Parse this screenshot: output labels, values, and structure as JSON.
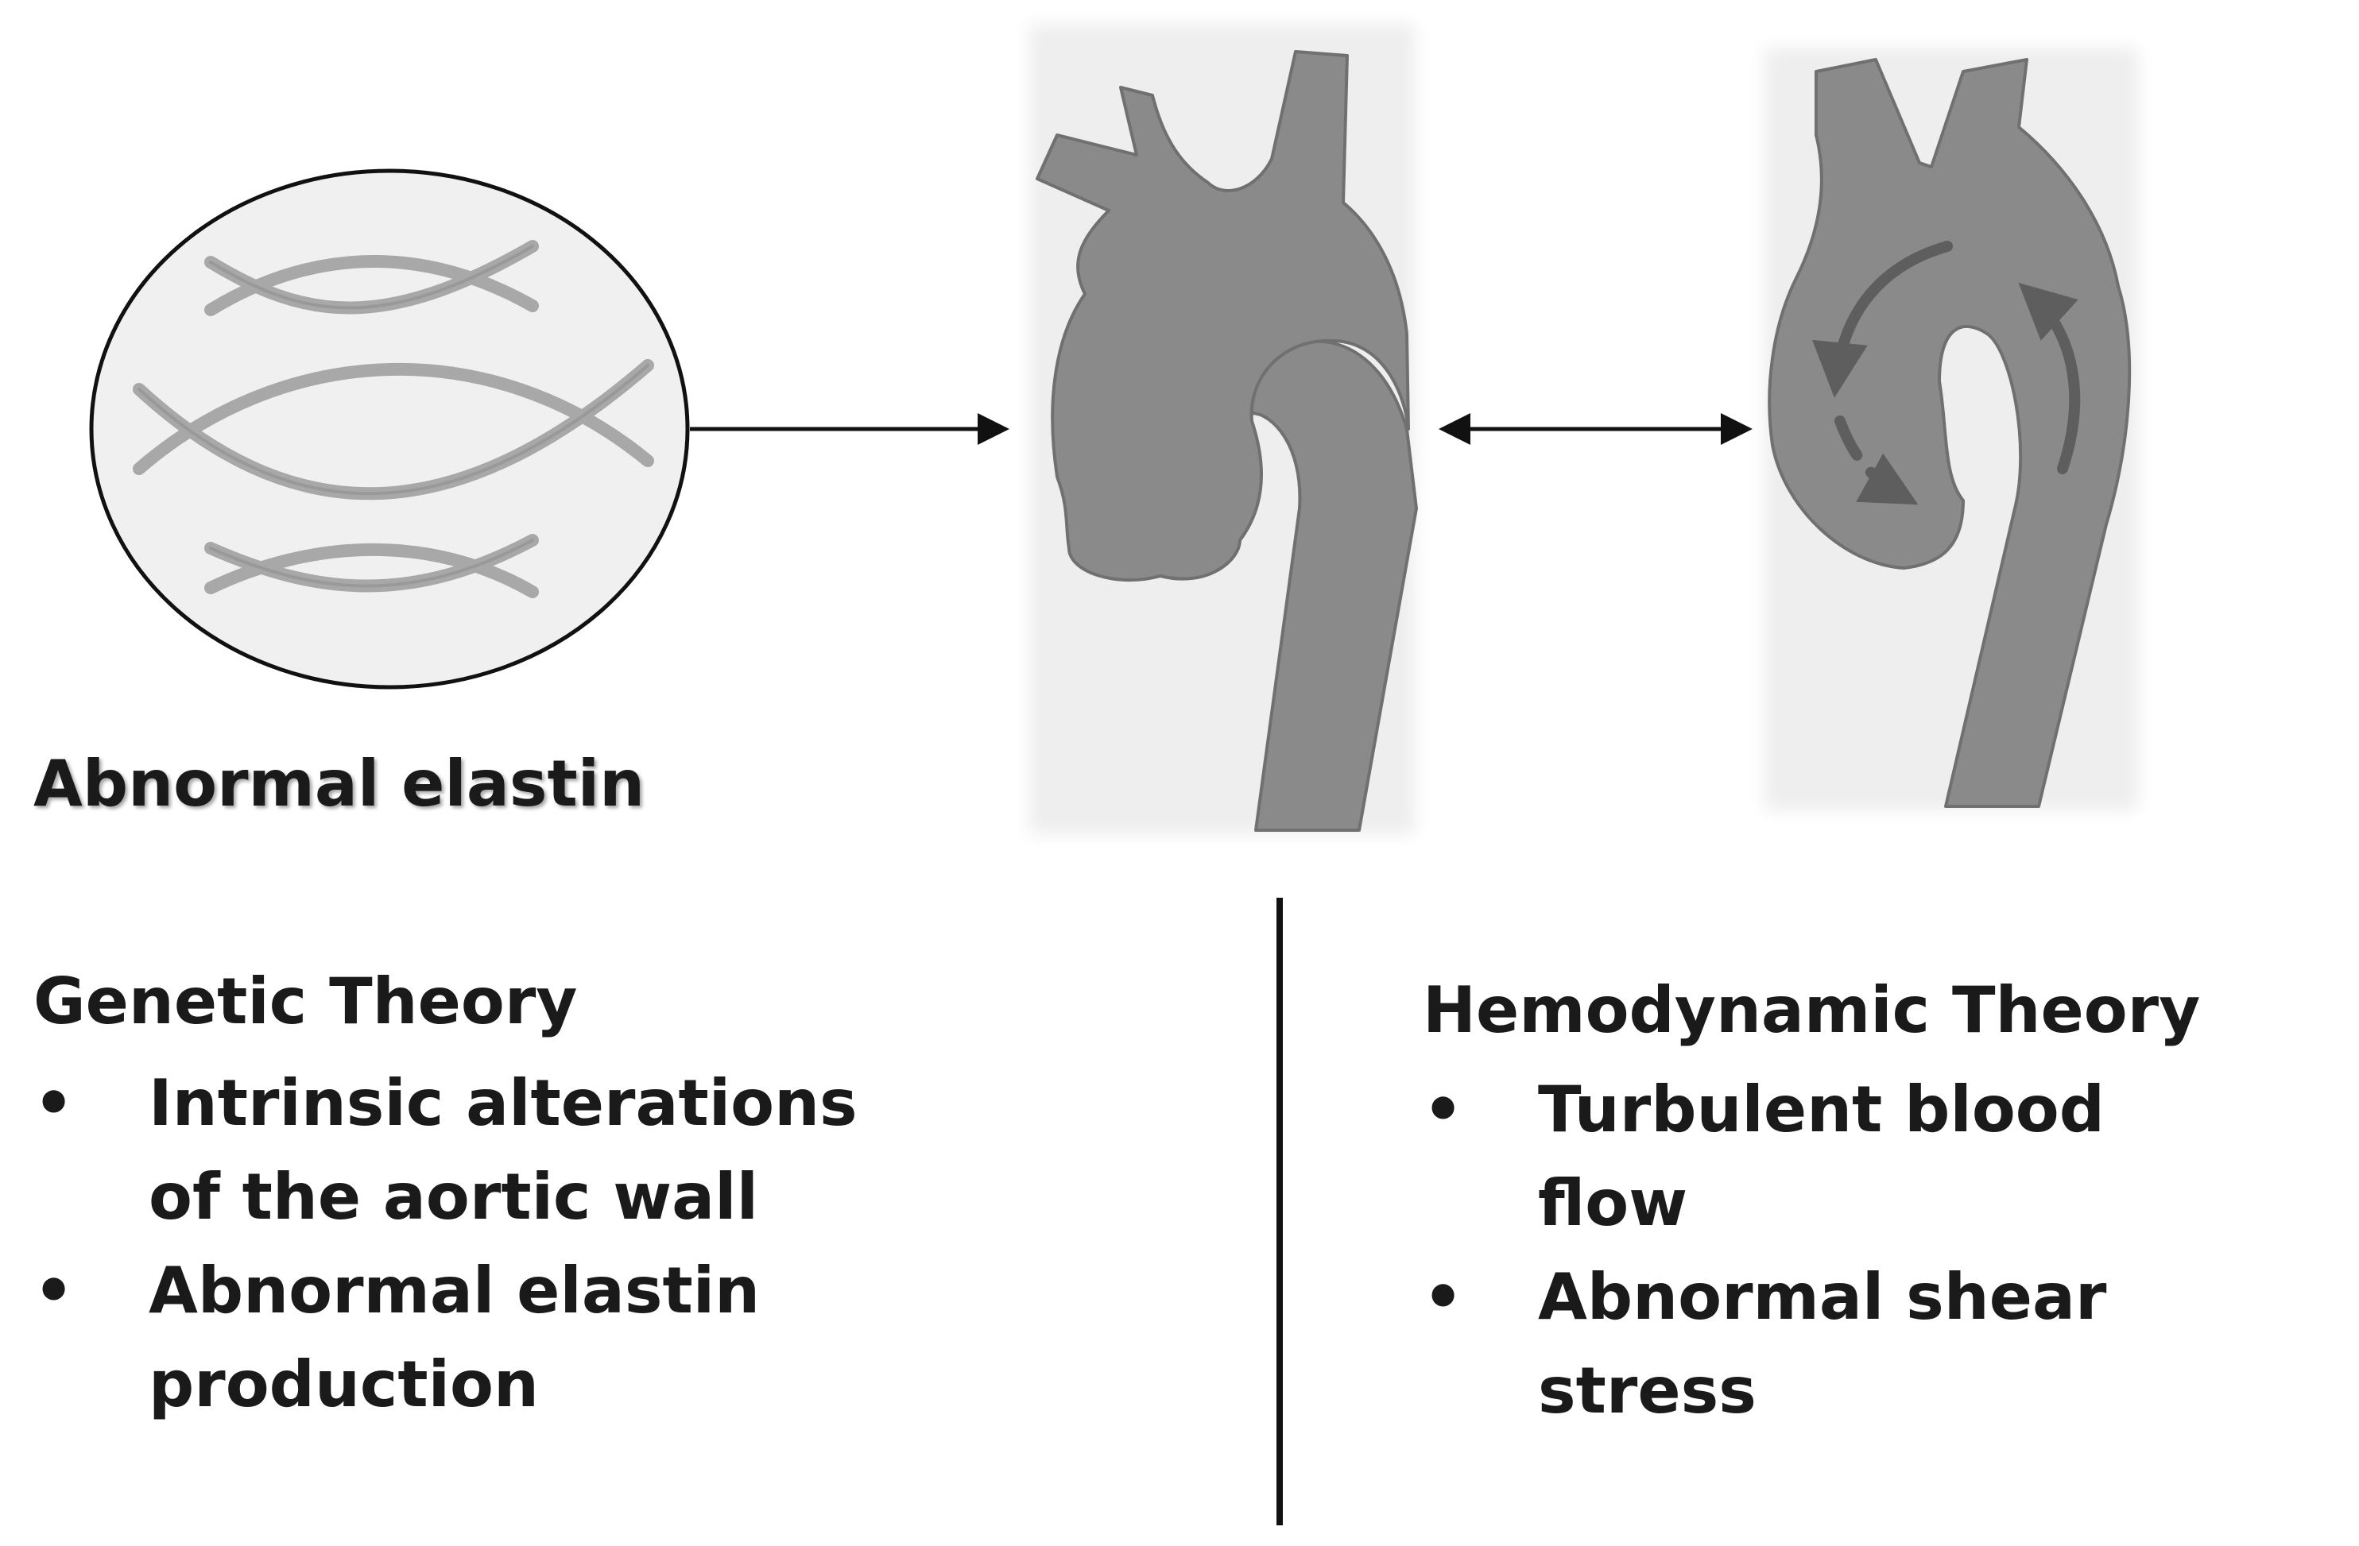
{
  "figure": {
    "elastin_caption": "Abnormal elastin",
    "genetic": {
      "heading": "Genetic Theory",
      "bullet_symbol": "•",
      "items": [
        {
          "line1": "Intrinsic alterations",
          "line2": "of the aortic wall"
        },
        {
          "line1": "Abnormal elastin",
          "line2": "production"
        }
      ]
    },
    "hemodynamic": {
      "heading": "Hemodynamic Theory",
      "bullet_symbol": "•",
      "items": [
        {
          "line1": "Turbulent blood",
          "line2": "flow"
        },
        {
          "line1": "Abnormal shear",
          "line2": "stress"
        }
      ]
    },
    "icons": {
      "elastin_circle": "elastin-fibers-icon",
      "aneurysm": "dilated-aorta-icon",
      "turbulent_flow": "aorta-turbulent-flow-icon"
    },
    "colors": {
      "vessel_fill": "#8a8a8a",
      "vessel_stroke": "#666666",
      "fiber": "#a8a8a8",
      "panel_bg": "#eeeeee",
      "flow_arrow": "#5e5e5e",
      "line": "#111111"
    }
  }
}
